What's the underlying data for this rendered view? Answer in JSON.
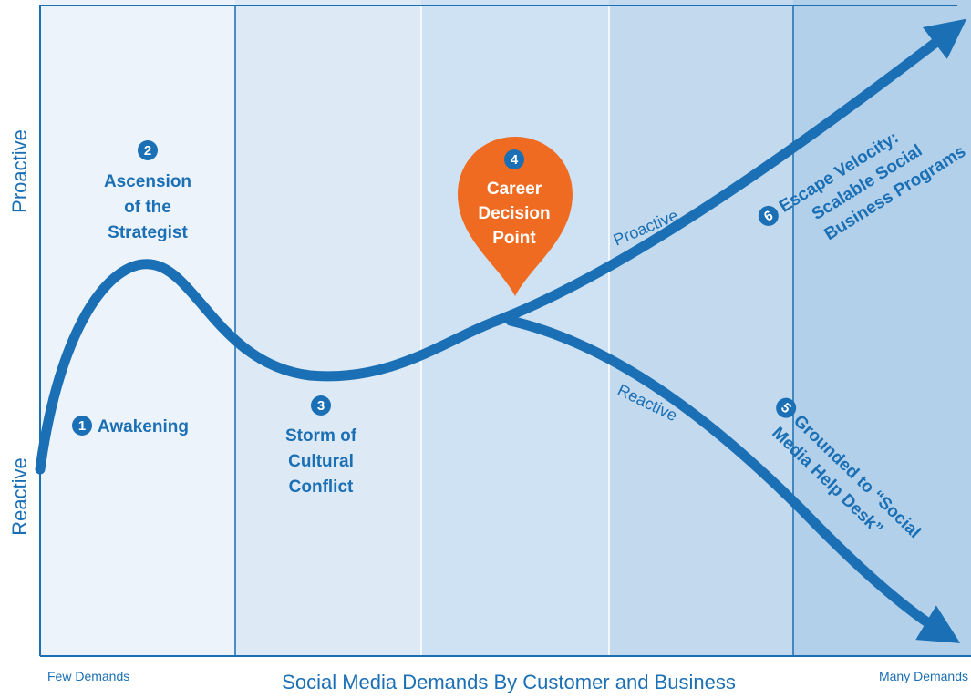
{
  "colors": {
    "accent": "#1a6fb5",
    "pin": "#ef6b22",
    "band_1": "#edf3fa",
    "band_2": "#dde9f5",
    "band_3": "#cfe2f3",
    "band_4": "#c2d9ee",
    "band_5": "#b3d0ea"
  },
  "axes": {
    "y_top": "Proactive",
    "y_bottom": "Reactive",
    "x_title": "Social Media Demands By Customer and Business",
    "x_left": "Few Demands",
    "x_right": "Many Demands"
  },
  "branches": {
    "proactive": "Proactive",
    "reactive": "Reactive"
  },
  "stages": [
    {
      "number": "1",
      "lines": [
        "Awakening"
      ]
    },
    {
      "number": "2",
      "lines": [
        "Ascension",
        "of the",
        "Strategist"
      ]
    },
    {
      "number": "3",
      "lines": [
        "Storm of",
        "Cultural",
        "Conflict"
      ]
    },
    {
      "number": "4",
      "lines": [
        "Career",
        "Decision",
        "Point"
      ]
    },
    {
      "number": "5",
      "lines": [
        "Grounded to “Social",
        "Media Help Desk”"
      ]
    },
    {
      "number": "6",
      "lines": [
        "Escape Velocity:",
        "Scalable Social",
        "Business Programs"
      ]
    }
  ]
}
